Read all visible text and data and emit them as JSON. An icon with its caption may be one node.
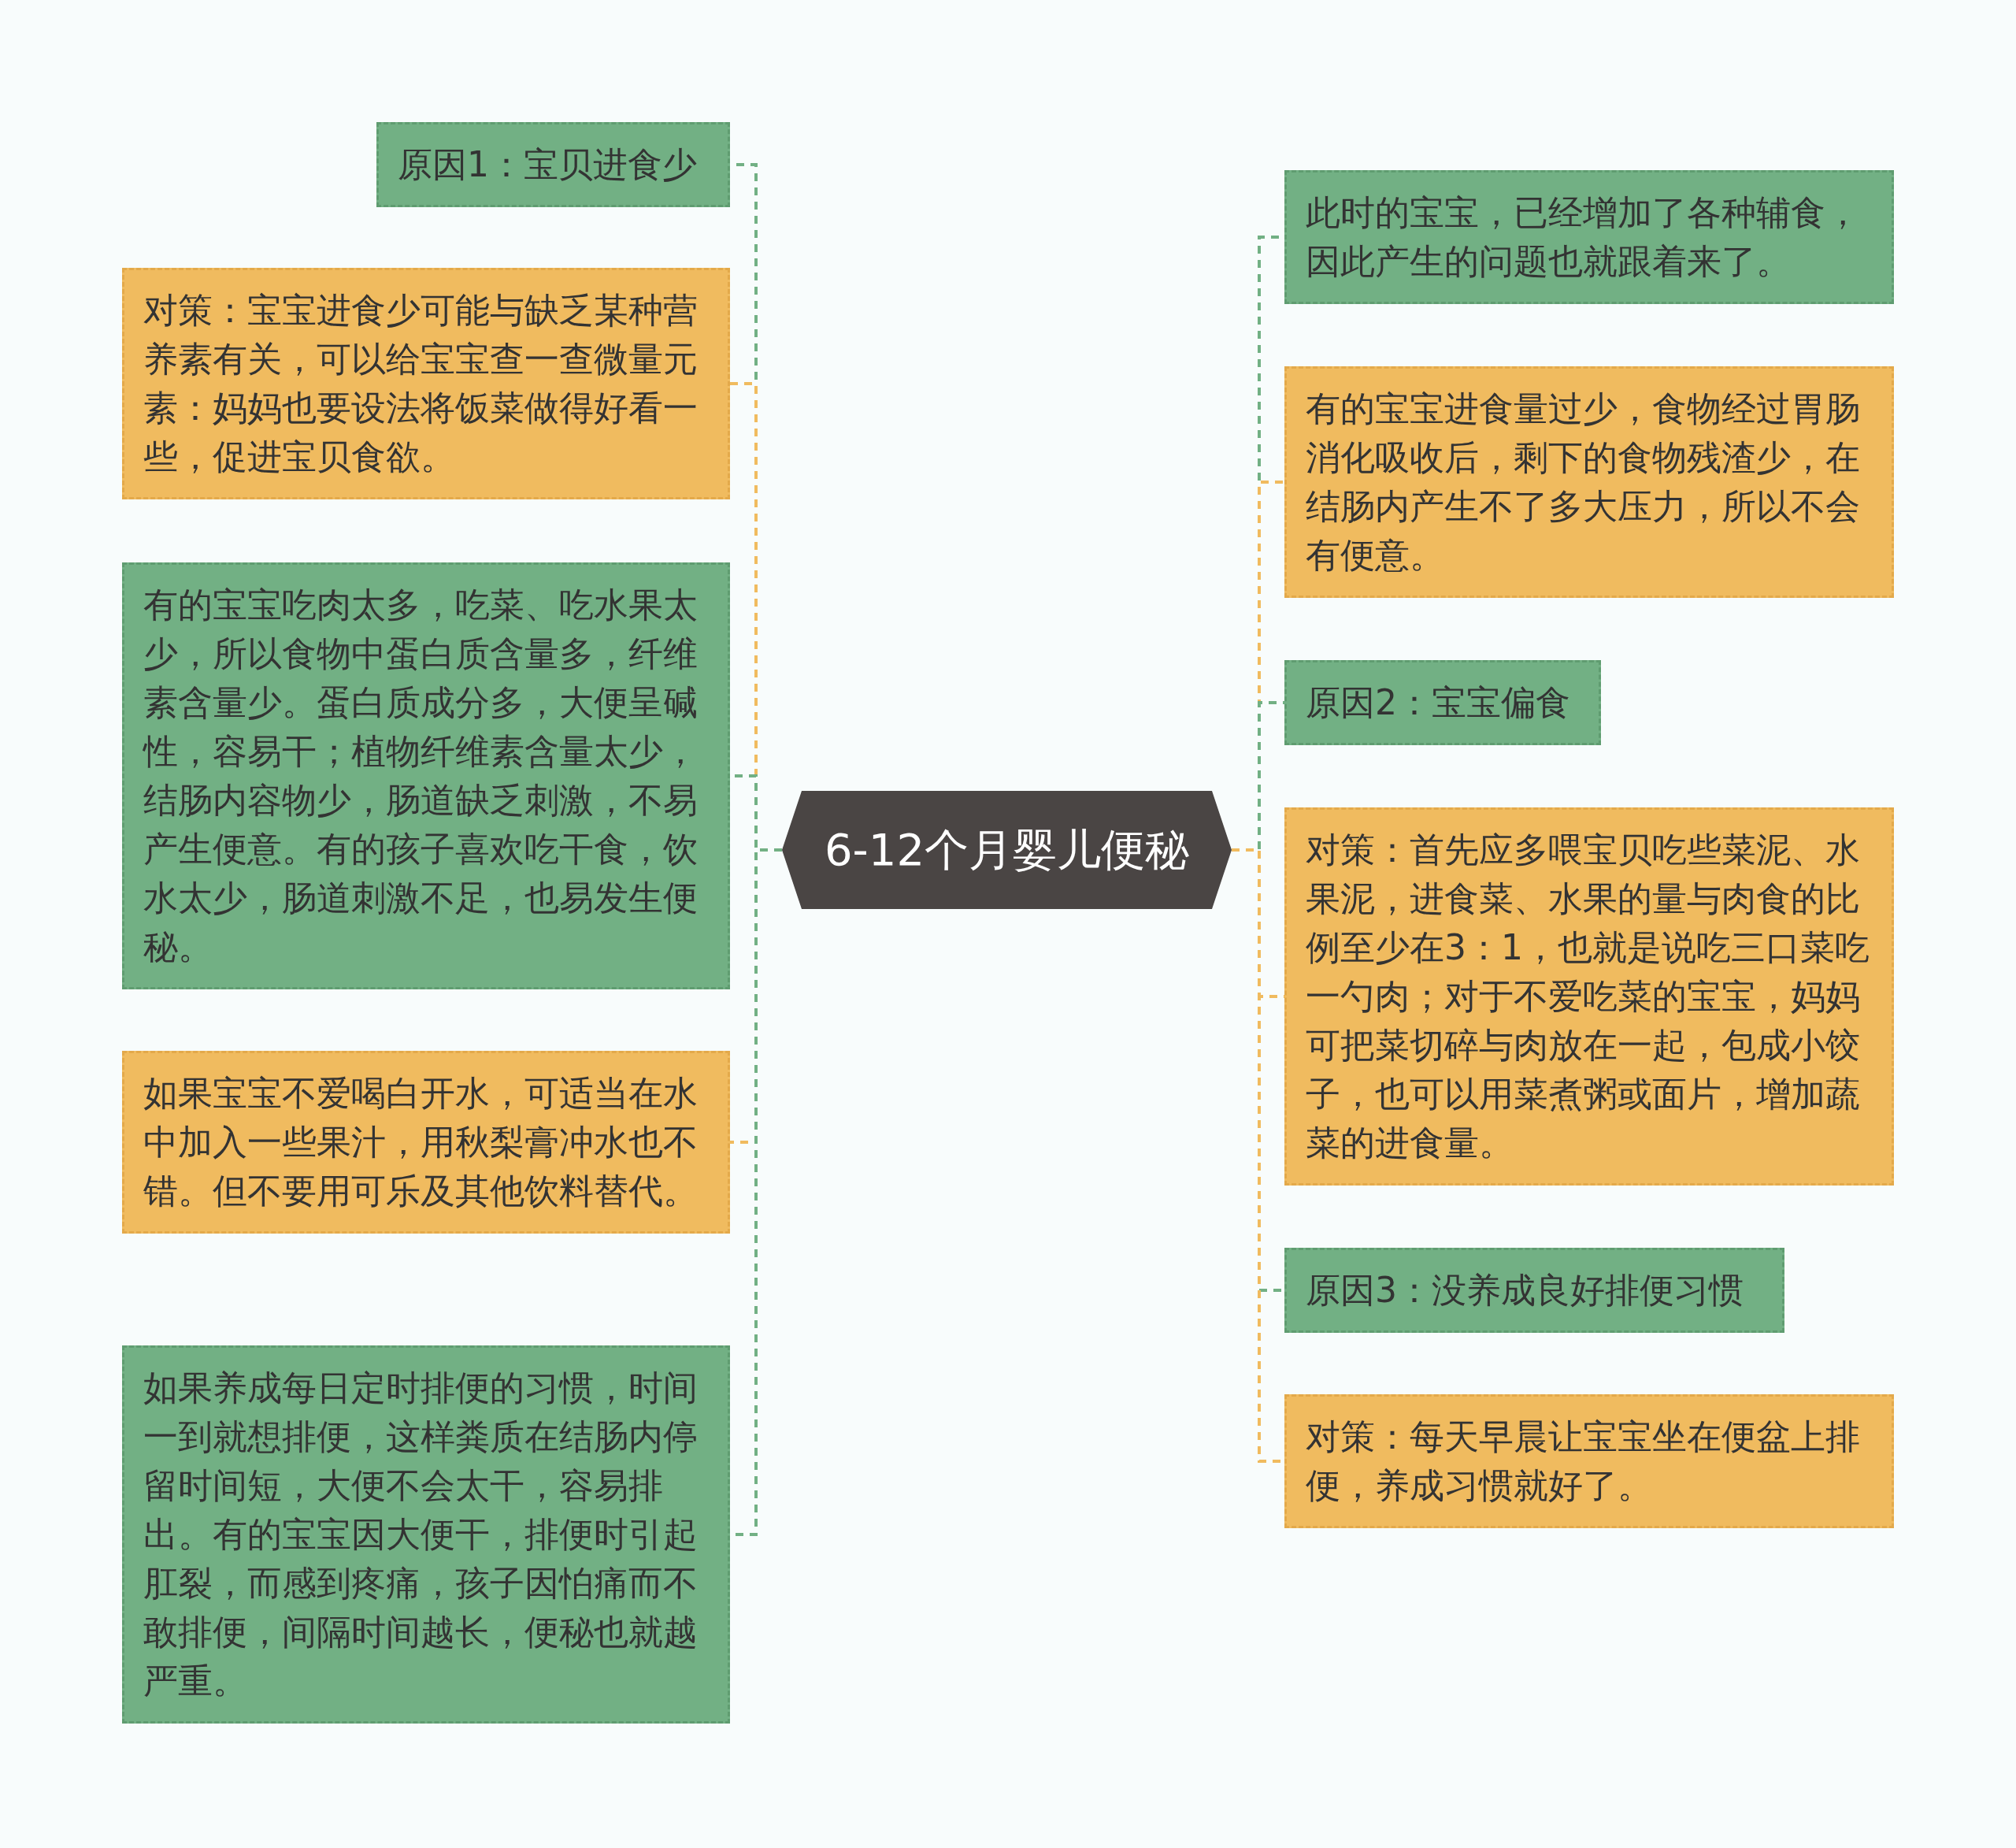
{
  "diagram": {
    "nodes": [
      {
        "text": [
          "6-12个月婴儿便秘"
        ]
      },
      {
        "text": [
          "原因1：宝贝进食少"
        ]
      },
      {
        "text": [
          "对策：宝宝进食少可能与缺乏某种营养素有关，可以给宝宝查一查微量元素：妈妈也要设法将饭菜做得好看一些，促进宝贝食欲。"
        ]
      },
      {
        "text": [
          "有的宝宝吃肉太多，吃菜、吃水果太少，所以食物中蛋白质含量多，纤维素含量少。蛋白质成分多，大便呈碱性，容易干；植物纤维素含量太少，结肠内容物少，肠道缺乏刺激，不易产生便意。有的孩子喜欢吃干食，饮水太少，肠道刺激不足，也易发生便秘。"
        ]
      },
      {
        "text": [
          "如果宝宝不爱喝白开水，可适当在水中加入一些果汁，用秋梨膏冲水也不错。但不要用可乐及其他饮料替代。"
        ]
      },
      {
        "text": [
          "如果养成每日定时排便的习惯，时间一到就想排便，这样粪质在结肠内停留时间短，大便不会太干，容易排出。有的宝宝因大便干，排便时引起肛裂，而感到疼痛，孩子因怕痛而不敢排便，间隔时间越长，便秘也就越严重。"
        ]
      },
      {
        "text": [
          "此时的宝宝，已经增加了各种辅食，因此产生的问题也就跟着来了。"
        ]
      },
      {
        "text": [
          "有的宝宝进食量过少，食物经过胃肠消化吸收后，剩下的食物残渣少，在结肠内产生不了多大压力，所以不会有便意。"
        ]
      },
      {
        "text": [
          "原因2：宝宝偏食"
        ]
      },
      {
        "text": [
          "对策：首先应多喂宝贝吃些菜泥、水果泥，进食菜、水果的量与肉食的比例至少在3：1，也就是说吃三口菜吃一勺肉；对于不爱吃菜的宝宝，妈妈可把菜切碎与肉放在一起，包成小饺子，也可以用菜煮粥或面片，增加蔬菜的进食量。"
        ]
      },
      {
        "text": [
          "原因3：没养成良好排便习惯"
        ]
      },
      {
        "text": [
          "对策：每天早晨让宝宝坐在便盆上排便，养成习惯就好了。"
        ]
      }
    ],
    "edges": [
      {
        "from": 0,
        "to": 1,
        "arrow": "none",
        "style": "dashed"
      },
      {
        "from": 0,
        "to": 2,
        "arrow": "none",
        "style": "dashed",
        "color": "#f0bb5f"
      },
      {
        "from": 0,
        "to": 3,
        "arrow": "none",
        "style": "dashed"
      },
      {
        "from": 0,
        "to": 4,
        "arrow": "none",
        "style": "dashed",
        "color": "#f0bb5f"
      },
      {
        "from": 0,
        "to": 5,
        "arrow": "none",
        "style": "dashed"
      },
      {
        "from": 0,
        "to": 6,
        "arrow": "none",
        "style": "dashed"
      },
      {
        "from": 0,
        "to": 7,
        "arrow": "none",
        "style": "dashed",
        "color": "#f0bb5f"
      },
      {
        "from": 0,
        "to": 8,
        "arrow": "none",
        "style": "dashed"
      },
      {
        "from": 0,
        "to": 9,
        "arrow": "none",
        "style": "dashed",
        "color": "#f0bb5f"
      },
      {
        "from": 0,
        "to": 10,
        "arrow": "none",
        "style": "dashed"
      },
      {
        "from": 0,
        "to": 11,
        "arrow": "none",
        "style": "dashed",
        "color": "#f0bb5f"
      }
    ]
  }
}
